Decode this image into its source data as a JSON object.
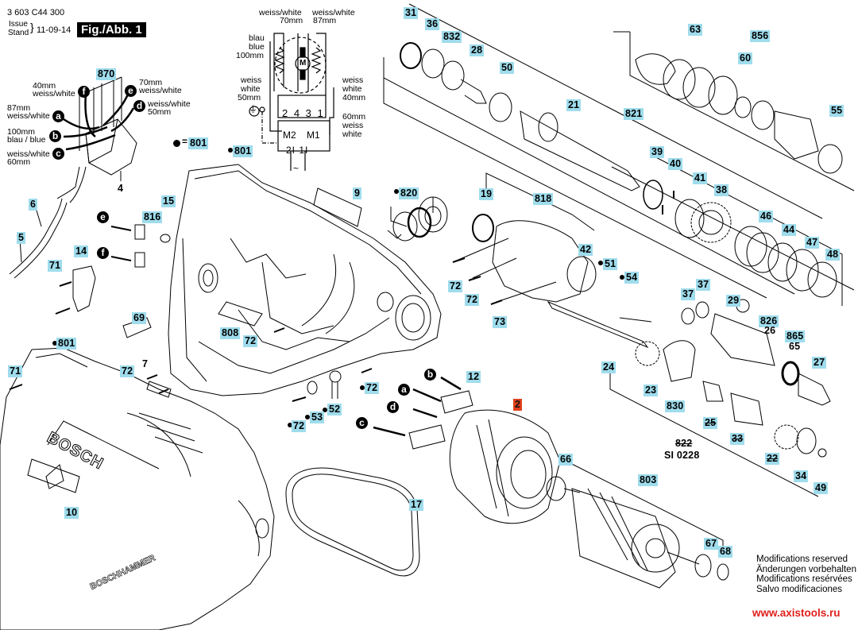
{
  "header": {
    "part_number": "3 603 C44 300",
    "issue_label_1": "Issue",
    "issue_label_2": "Stand",
    "issue_date": "11-09-14",
    "figure_label": "Fig./Abb. 1"
  },
  "legend": {
    "dot_equals": "=",
    "dot_ref": "801"
  },
  "wiring_switch": {
    "label_870": "870",
    "wires": [
      {
        "letter": "a",
        "text1": "87mm",
        "text2": "weiss/white"
      },
      {
        "letter": "b",
        "text1": "100mm",
        "text2": "blau / blue"
      },
      {
        "letter": "c",
        "text1": "weiss/white",
        "text2": "60mm"
      },
      {
        "letter": "d",
        "text1": "weiss/white",
        "text2": "50mm"
      },
      {
        "letter": "e",
        "text1": "70mm",
        "text2": "weiss/white"
      },
      {
        "letter": "f",
        "text1": "40mm",
        "text2": "weiss/white"
      }
    ]
  },
  "schematic": {
    "top_left_1": "weiss/white",
    "top_left_2": "70mm",
    "top_right_1": "weiss/white",
    "top_right_2": "87mm",
    "left_1": "blau",
    "left_2": "blue",
    "left_3": "100mm",
    "left_low_1": "weiss",
    "left_low_2": "white",
    "left_low_3": "50mm",
    "right_1": "weiss",
    "right_2": "white",
    "right_3": "40mm",
    "right_low_1": "60mm",
    "right_low_2": "weiss",
    "right_low_3": "white",
    "terminals": "2 4 3 1",
    "motor": "M",
    "m2": "M2",
    "m1": "M1",
    "switch_terms": "2I 1I",
    "ac": "~"
  },
  "parts": [
    {
      "id": "31"
    },
    {
      "id": "36"
    },
    {
      "id": "832"
    },
    {
      "id": "28"
    },
    {
      "id": "50"
    },
    {
      "id": "21"
    },
    {
      "id": "821"
    },
    {
      "id": "63"
    },
    {
      "id": "856"
    },
    {
      "id": "60"
    },
    {
      "id": "55"
    },
    {
      "id": "39"
    },
    {
      "id": "40"
    },
    {
      "id": "41"
    },
    {
      "id": "38"
    },
    {
      "id": "46"
    },
    {
      "id": "44"
    },
    {
      "id": "47"
    },
    {
      "id": "48"
    },
    {
      "id": "19"
    },
    {
      "id": "818"
    },
    {
      "id": "42"
    },
    {
      "id": "51"
    },
    {
      "id": "54"
    },
    {
      "id": "72"
    },
    {
      "id": "73"
    },
    {
      "id": "37"
    },
    {
      "id": "29"
    },
    {
      "id": "826"
    },
    {
      "id": "26"
    },
    {
      "id": "865"
    },
    {
      "id": "65"
    },
    {
      "id": "27"
    },
    {
      "id": "24"
    },
    {
      "id": "23"
    },
    {
      "id": "830"
    },
    {
      "id": "25"
    },
    {
      "id": "33"
    },
    {
      "id": "22"
    },
    {
      "id": "34"
    },
    {
      "id": "49"
    },
    {
      "id": "822"
    },
    {
      "id": "66"
    },
    {
      "id": "803"
    },
    {
      "id": "67"
    },
    {
      "id": "68"
    },
    {
      "id": "2"
    },
    {
      "id": "12"
    },
    {
      "id": "17"
    },
    {
      "id": "52"
    },
    {
      "id": "53"
    },
    {
      "id": "801"
    },
    {
      "id": "9"
    },
    {
      "id": "820"
    },
    {
      "id": "808"
    },
    {
      "id": "15"
    },
    {
      "id": "816"
    },
    {
      "id": "14"
    },
    {
      "id": "71"
    },
    {
      "id": "6"
    },
    {
      "id": "5"
    },
    {
      "id": "4"
    },
    {
      "id": "69"
    },
    {
      "id": "7"
    },
    {
      "id": "10"
    }
  ],
  "labels": {
    "p31": "31",
    "p36": "36",
    "p832": "832",
    "p28": "28",
    "p50": "50",
    "p21": "21",
    "p821": "821",
    "p63": "63",
    "p856": "856",
    "p60": "60",
    "p55": "55",
    "p39": "39",
    "p40": "40",
    "p41": "41",
    "p38": "38",
    "p46": "46",
    "p44": "44",
    "p47": "47",
    "p48": "48",
    "p19": "19",
    "p818": "818",
    "p42": "42",
    "p51": "51",
    "p54": "54",
    "p72": "72",
    "p73": "73",
    "p37": "37",
    "p29": "29",
    "p826": "826",
    "p26": "26",
    "p865": "865",
    "p65": "65",
    "p27": "27",
    "p24": "24",
    "p23": "23",
    "p830": "830",
    "p25": "25",
    "p33": "33",
    "p22": "22",
    "p34": "34",
    "p49": "49",
    "p822": "822",
    "si": "SI 0228",
    "p66": "66",
    "p803": "803",
    "p67": "67",
    "p68": "68",
    "p2": "2",
    "p12": "12",
    "p17": "17",
    "p52": "52",
    "p53": "53",
    "p801": "801",
    "p9": "9",
    "p820": "820",
    "p808": "808",
    "p15": "15",
    "p816": "816",
    "p14": "14",
    "p71": "71",
    "p6": "6",
    "p5": "5",
    "p4": "4",
    "p69": "69",
    "p7": "7",
    "p10": "10",
    "p870": "870"
  },
  "wire_letters": {
    "a": "a",
    "b": "b",
    "c": "c",
    "d": "d",
    "e": "e",
    "f": "f"
  },
  "brand": {
    "bosch": "BOSCH",
    "boschhammer": "BOSCHHAMMER"
  },
  "footer": {
    "mods": [
      "Modifications reserved",
      "Änderungen vorbehalten",
      "Modifications resérvées",
      "Salvo modificaciones"
    ],
    "url": "www.axistools.ru"
  },
  "colors": {
    "label_bg": "#9fdcec",
    "highlight_label_bg": "#e0401c",
    "url": "#e0201c"
  }
}
